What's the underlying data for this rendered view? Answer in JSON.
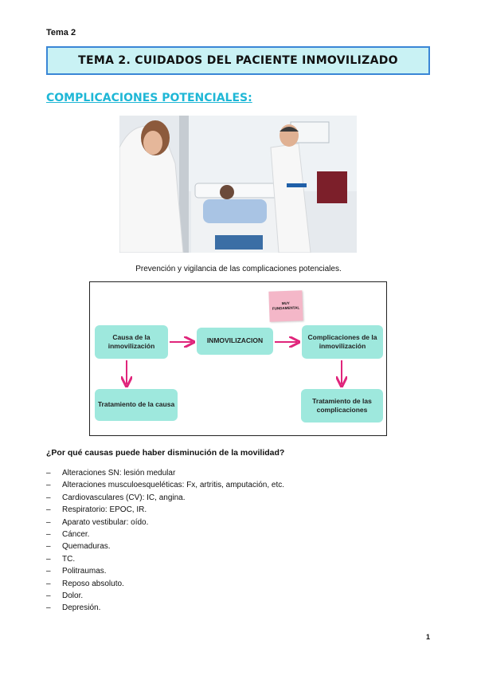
{
  "page": {
    "header_label": "Tema 2",
    "title": "TEMA 2. CUIDADOS DEL PACIENTE INMOVILIZADO",
    "section_heading": "COMPLICACIONES POTENCIALES:",
    "photo_caption": "Prevención y vigilancia de las complicaciones potenciales.",
    "page_number": "1"
  },
  "diagram": {
    "note_text": "MUY FUNDAMENTAL",
    "box_causa": "Causa de la inmovilización",
    "box_inmovilizacion": "INMOVILIZACION",
    "box_complicaciones": "Complicaciones de la inmovilización",
    "box_tratamiento_causa": "Tratamiento de la causa",
    "box_tratamiento_complicaciones": "Tratamiento de las complicaciones",
    "arrow_color": "#e0257b",
    "box_color": "#9ee8dd"
  },
  "causes_section": {
    "question": "¿Por qué causas puede haber disminución de la movilidad?",
    "dash": "–",
    "items": [
      "Alteraciones SN: lesión medular",
      "Alteraciones musculoesqueléticas: Fx, artritis, amputación, etc.",
      "Cardiovasculares (CV): IC, angina.",
      "Respiratorio: EPOC, IR.",
      "Aparato vestibular: oído.",
      "Cáncer.",
      "Quemaduras.",
      "TC.",
      "Politraumas.",
      "Reposo absoluto.",
      "Dolor.",
      "Depresión."
    ]
  },
  "colors": {
    "title_bg": "#c9f2f4",
    "title_border": "#3a86d6",
    "heading": "#1fb7d6"
  }
}
